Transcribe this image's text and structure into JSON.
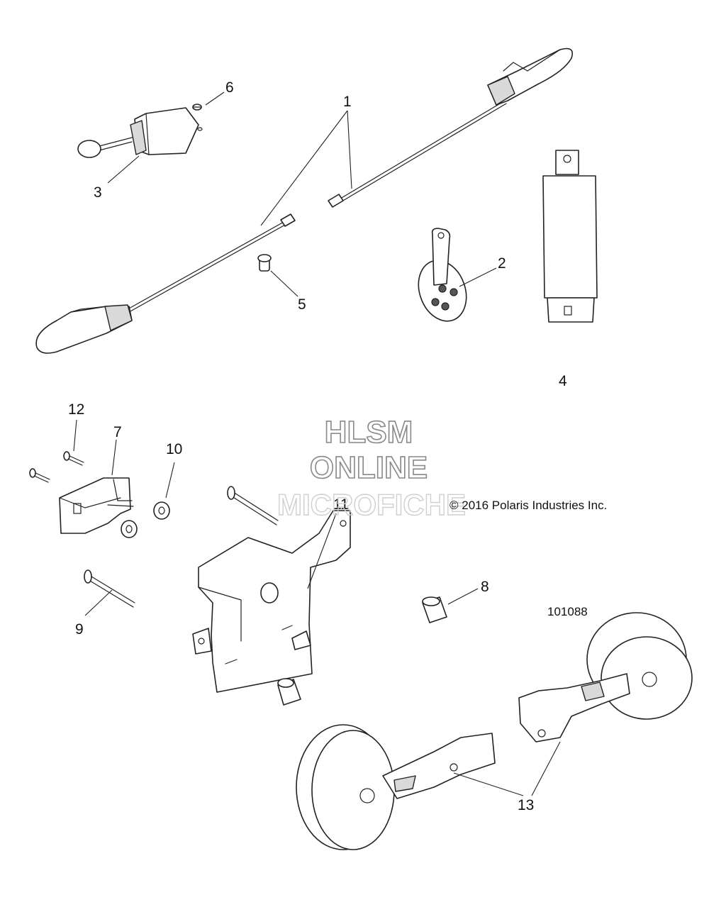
{
  "callouts": [
    {
      "id": "1",
      "label": "1"
    },
    {
      "id": "2",
      "label": "2"
    },
    {
      "id": "3",
      "label": "3"
    },
    {
      "id": "4",
      "label": "4"
    },
    {
      "id": "5",
      "label": "5"
    },
    {
      "id": "6",
      "label": "6"
    },
    {
      "id": "7",
      "label": "7"
    },
    {
      "id": "8",
      "label": "8"
    },
    {
      "id": "9",
      "label": "9"
    },
    {
      "id": "10",
      "label": "10"
    },
    {
      "id": "11",
      "label": "11"
    },
    {
      "id": "12",
      "label": "12"
    },
    {
      "id": "13",
      "label": "13"
    }
  ],
  "watermark": {
    "line1": "HLSM",
    "line2": "ONLINE",
    "line3": "MICROFICHE"
  },
  "copyright": "© 2016 Polaris Industries Inc.",
  "diagram_number": "101088"
}
